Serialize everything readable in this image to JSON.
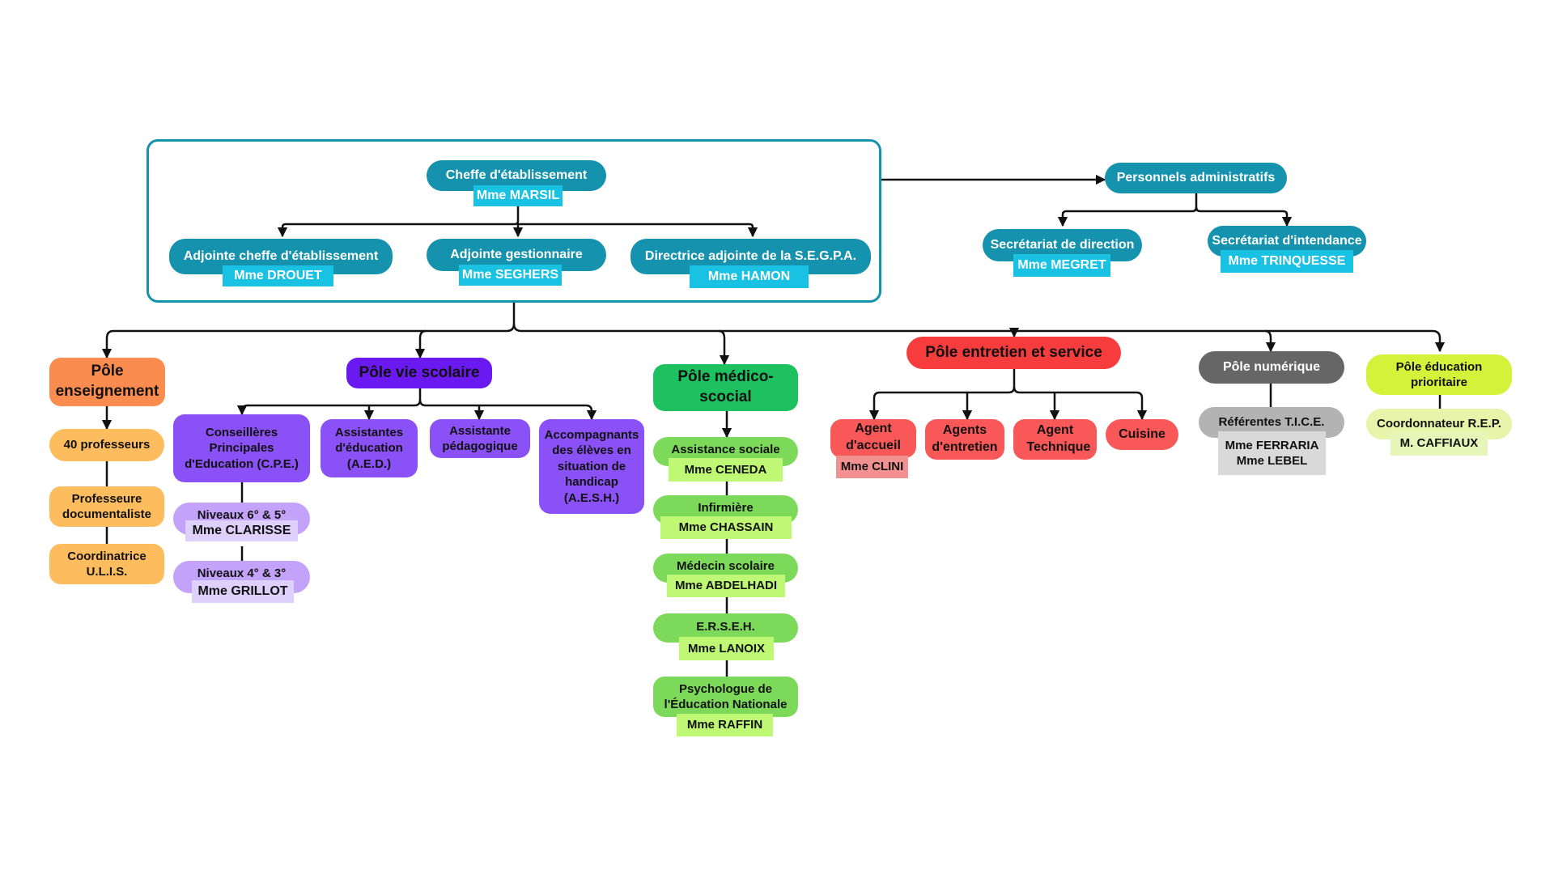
{
  "colors": {
    "connector": "#111111",
    "direction_frame": "#1592ad",
    "administration": "#1592ad",
    "administration_names": "#19c1e3",
    "pole_enseignement": "#fb8c4f",
    "pole_vie_scolaire": "#6a19f0",
    "pole_medico_social": "#1ec15f",
    "pole_entretien": "#f63c3c",
    "pole_numerique": "#666666",
    "pole_education_prioritaire": "#d4f23a"
  },
  "direction": {
    "chef": {
      "title": "Cheffe d'établissement",
      "name": "Mme MARSIL"
    },
    "adjointe": {
      "title": "Adjointe cheffe d'établissement",
      "name": "Mme DROUET"
    },
    "gestionnaire": {
      "title": "Adjointe gestionnaire",
      "name": "Mme SEGHERS"
    },
    "segpa": {
      "title": "Directrice adjointe de la S.E.G.P.A.",
      "name": "Mme HAMON"
    }
  },
  "admin": {
    "title": "Personnels administratifs",
    "direction_secretariat": {
      "title": "Secrétariat de direction",
      "name": "Mme MEGRET"
    },
    "intendance_secretariat": {
      "title": "Secrétariat d'intendance",
      "name": "Mme TRINQUESSE"
    }
  },
  "enseignement": {
    "title": "Pôle enseignement",
    "items": [
      "40 professeurs",
      "Professeure documentaliste",
      "Coordinatrice U.L.I.S."
    ]
  },
  "vie_scolaire": {
    "title": "Pôle vie scolaire",
    "cpe": "Conseillères Principales d'Education (C.P.E.)",
    "aed": "Assistantes d'éducation (A.E.D.)",
    "pedagogique": "Assistante pédagogique",
    "aesh": "Accompagnants des élèves en situation de handicap (A.E.S.H.)",
    "niveaux": [
      {
        "label": "Niveaux 6° & 5°",
        "name": "Mme CLARISSE"
      },
      {
        "label": "Niveaux 4° & 3°",
        "name": "Mme GRILLOT"
      }
    ]
  },
  "medico": {
    "title": "Pôle médico-scocial",
    "items": [
      {
        "label": "Assistance sociale",
        "name": "Mme CENEDA"
      },
      {
        "label": "Infirmière",
        "name": "Mme CHASSAIN"
      },
      {
        "label": "Médecin scolaire",
        "name": "Mme ABDELHADI"
      },
      {
        "label": "E.R.S.E.H.",
        "name": "Mme LANOIX"
      },
      {
        "label": "Psychologue de l'Éducation Nationale",
        "name": "Mme RAFFIN"
      }
    ]
  },
  "entretien": {
    "title": "Pôle entretien et service",
    "accueil": {
      "label": "Agent d'accueil",
      "name": "Mme CLINI"
    },
    "agents_entretien": "Agents d'entretien",
    "technique": "Agent Technique",
    "cuisine": "Cuisine"
  },
  "numerique": {
    "title": "Pôle numérique",
    "label": "Référentes T.I.C.E.",
    "names": [
      "Mme FERRARIA",
      "Mme LEBEL"
    ]
  },
  "prioritaire": {
    "title": "Pôle éducation prioritaire",
    "label": "Coordonnateur R.E.P.",
    "name": "M. CAFFIAUX"
  }
}
